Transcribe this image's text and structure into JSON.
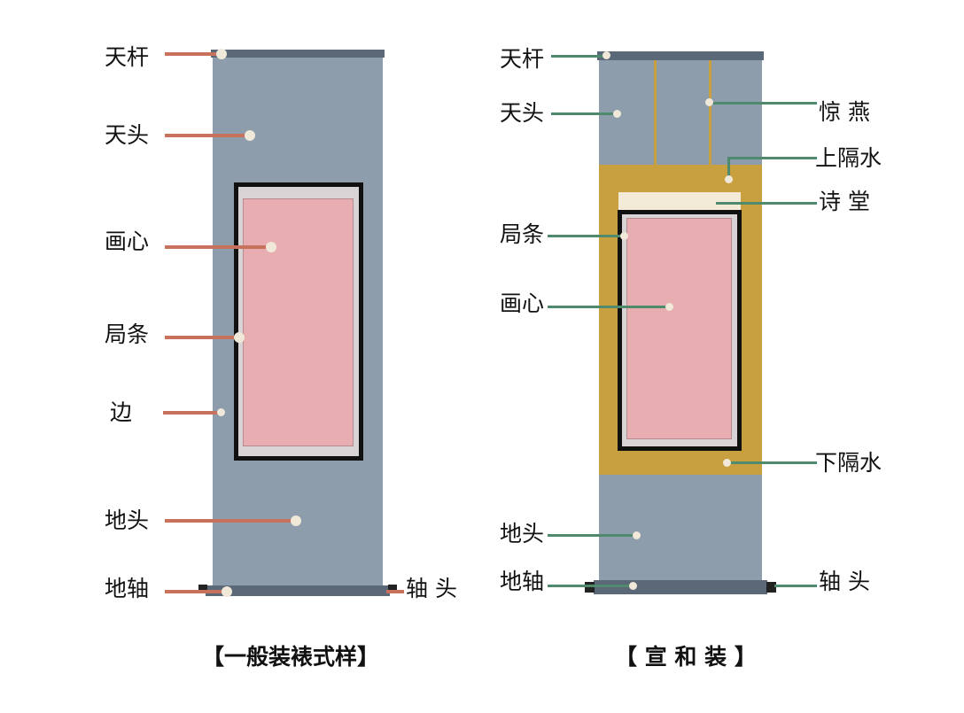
{
  "left": {
    "caption": "【一般装裱式样】",
    "labels": {
      "tiangan": "天杆",
      "tiantou": "天头",
      "huaxin": "画心",
      "jutiao": "局条",
      "bian": "边",
      "ditou": "地头",
      "dizhou": "地轴",
      "zhoutou": "轴 头"
    }
  },
  "right": {
    "caption": "【 宣 和 装 】",
    "labels": {
      "tiangan": "天杆",
      "tiantou": "天头",
      "jingyan": "惊 燕",
      "shanggeshui": "上隔水",
      "shitang": "诗 堂",
      "jutiao": "局条",
      "huaxin": "画心",
      "xiageshui": "下隔水",
      "ditou": "地头",
      "dizhou": "地轴",
      "zhoutou": "轴 头"
    }
  },
  "colors": {
    "scroll": "#8d9dab",
    "rod": "#5b6878",
    "painting": "#e7adb0",
    "gold": "#c9a040",
    "left_leader": "#c8715c",
    "right_leader": "#4f8a6c"
  }
}
